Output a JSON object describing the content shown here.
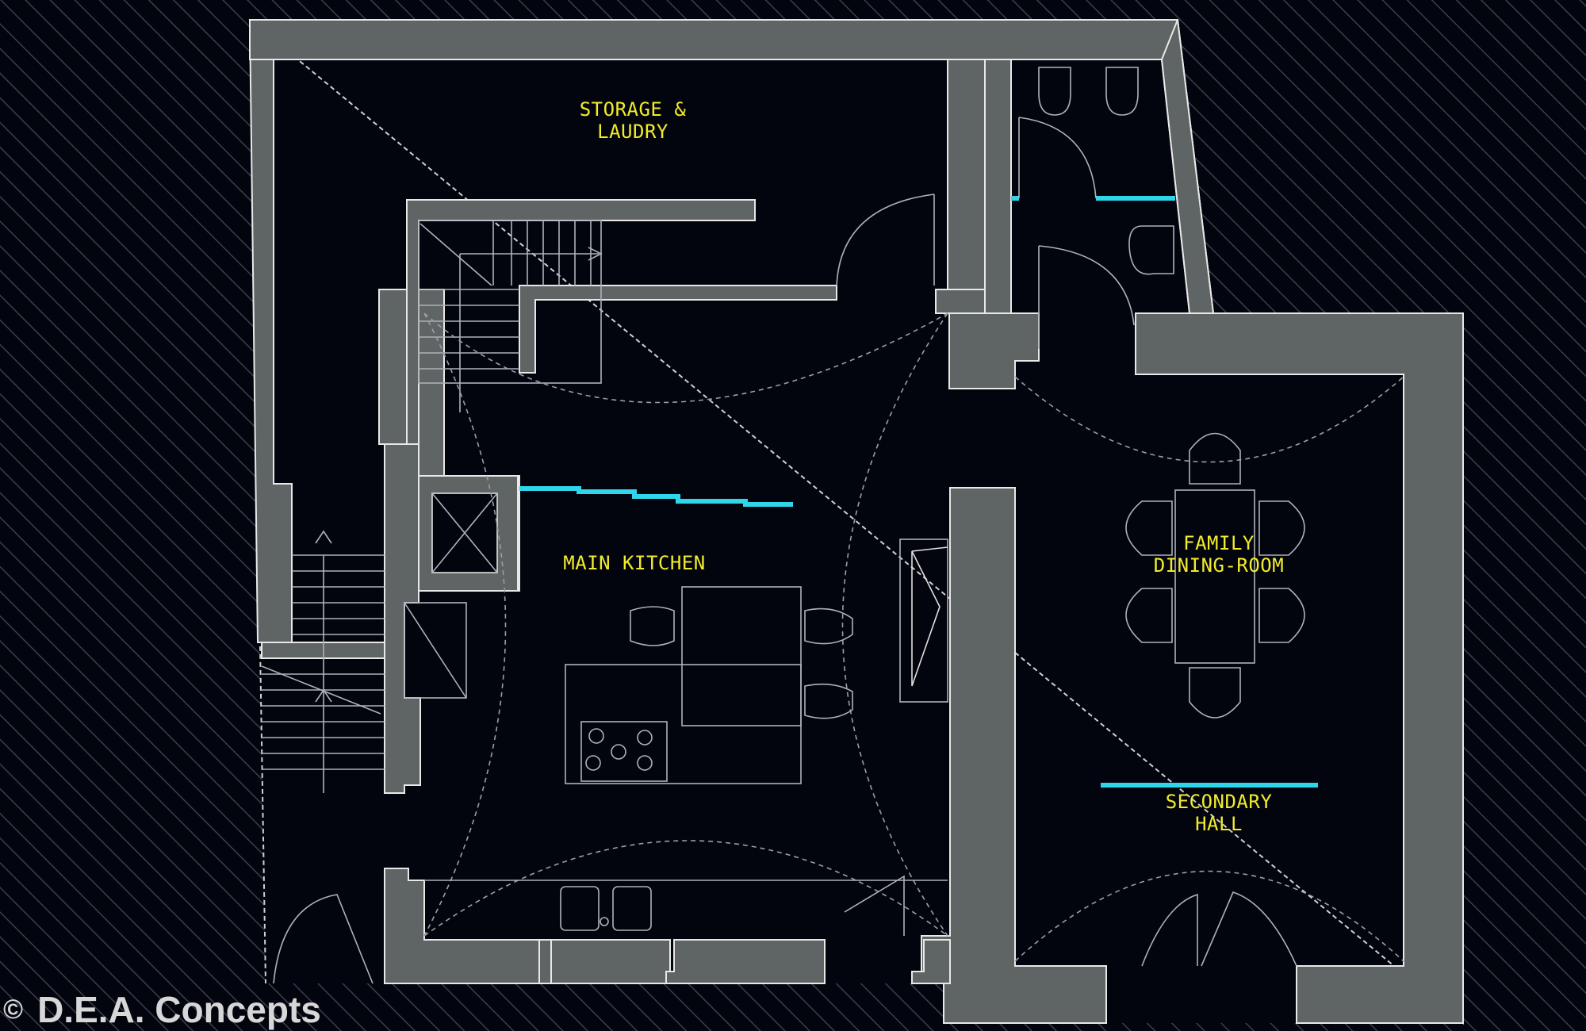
{
  "rooms": {
    "storage_line1": "STORAGE &",
    "storage_line2": "LAUDRY",
    "kitchen": "MAIN KITCHEN",
    "dining_line1": "FAMILY",
    "dining_line2": "DINING-ROOM",
    "hall_line1": "SECONDARY",
    "hall_line2": "HALL"
  },
  "credit": {
    "symbol": "©",
    "name": "D.E.A. Concepts"
  },
  "colors": {
    "background": "#03050e",
    "hatch": "#3a3f4a",
    "wall_fill": "#5f6465",
    "label": "#f2ec2c",
    "window": "#2fd6ea"
  }
}
